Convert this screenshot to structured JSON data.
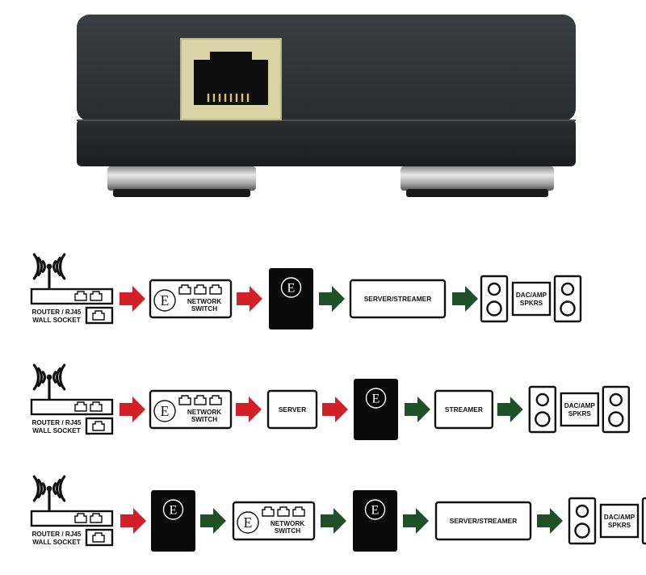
{
  "device_photo": {
    "port": "RJ45 ethernet port",
    "colors": {
      "body": "#25272b",
      "port_frame": "#d8d4a6",
      "feet": "#bdbdbd"
    }
  },
  "labels": {
    "router": [
      "ROUTER / RJ45",
      "WALL SOCKET"
    ],
    "switch": [
      "NETWORK",
      "SWITCH"
    ],
    "server_streamer": "SERVER/STREAMER",
    "server": "SERVER",
    "streamer": "STREAMER",
    "dac_amp": [
      "DAC/AMP",
      "SPKRS"
    ],
    "brand_glyph": "E"
  },
  "colors": {
    "arrow_red": "#d32026",
    "arrow_green": "#1e5127",
    "box_black": "#0a0a0a",
    "outline": "#111111"
  },
  "rows": [
    {
      "name": "row-1",
      "chain": [
        {
          "type": "router"
        },
        {
          "arrow": "red"
        },
        {
          "type": "switch"
        },
        {
          "arrow": "red"
        },
        {
          "type": "device"
        },
        {
          "arrow": "green"
        },
        {
          "type": "text_box",
          "label_key": "server_streamer"
        },
        {
          "arrow": "green"
        },
        {
          "type": "speakers"
        }
      ]
    },
    {
      "name": "row-2",
      "chain": [
        {
          "type": "router"
        },
        {
          "arrow": "red"
        },
        {
          "type": "switch"
        },
        {
          "arrow": "red"
        },
        {
          "type": "text_box",
          "label_key": "server"
        },
        {
          "arrow": "red"
        },
        {
          "type": "device"
        },
        {
          "arrow": "green"
        },
        {
          "type": "text_box",
          "label_key": "streamer"
        },
        {
          "arrow": "green"
        },
        {
          "type": "speakers"
        }
      ]
    },
    {
      "name": "row-3",
      "chain": [
        {
          "type": "router"
        },
        {
          "arrow": "red"
        },
        {
          "type": "device"
        },
        {
          "arrow": "green"
        },
        {
          "type": "switch"
        },
        {
          "arrow": "green"
        },
        {
          "type": "device"
        },
        {
          "arrow": "green"
        },
        {
          "type": "text_box",
          "label_key": "server_streamer"
        },
        {
          "arrow": "green"
        },
        {
          "type": "speakers"
        }
      ]
    }
  ]
}
